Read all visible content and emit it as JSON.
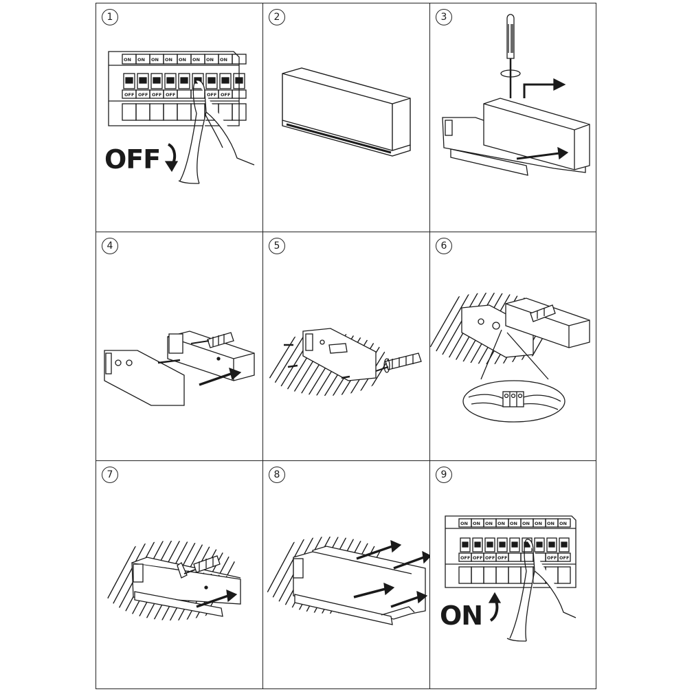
{
  "steps": [
    {
      "number": "1",
      "label": "OFF"
    },
    {
      "number": "2"
    },
    {
      "number": "3"
    },
    {
      "number": "4"
    },
    {
      "number": "5"
    },
    {
      "number": "6"
    },
    {
      "number": "7"
    },
    {
      "number": "8"
    },
    {
      "number": "9",
      "label": "ON"
    }
  ],
  "breaker": {
    "on_text": "ON",
    "off_text": "OFF"
  },
  "colors": {
    "line": "#1a1a1a",
    "background": "#ffffff"
  }
}
